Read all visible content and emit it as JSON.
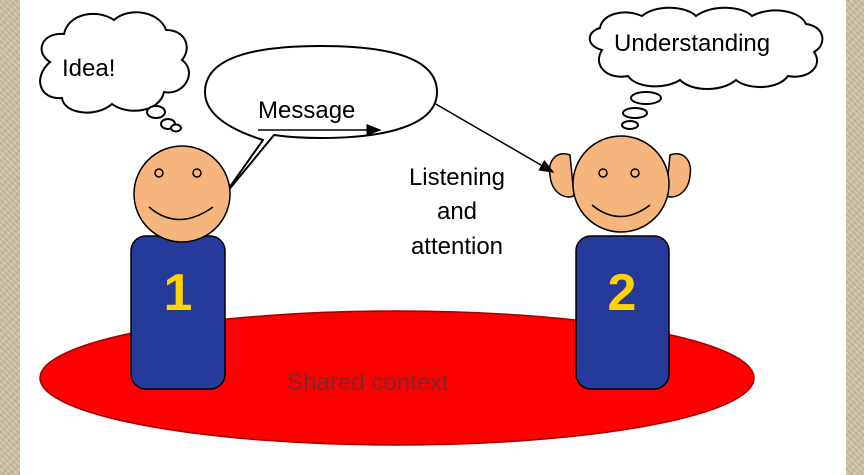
{
  "diagram": {
    "thought_sender": "Idea!",
    "thought_receiver": "Understanding",
    "message": "Message",
    "listening": [
      "Listening",
      "and",
      "attention"
    ],
    "person1": "1",
    "person2": "2",
    "context": "Shared context"
  },
  "colors": {
    "background": "#cdbfa6",
    "slide": "#ffffff",
    "head": "#f5b57d",
    "body": "#263a9c",
    "number": "#ffd200",
    "context": "#ff0000",
    "context_text": "#7a2a2a"
  }
}
